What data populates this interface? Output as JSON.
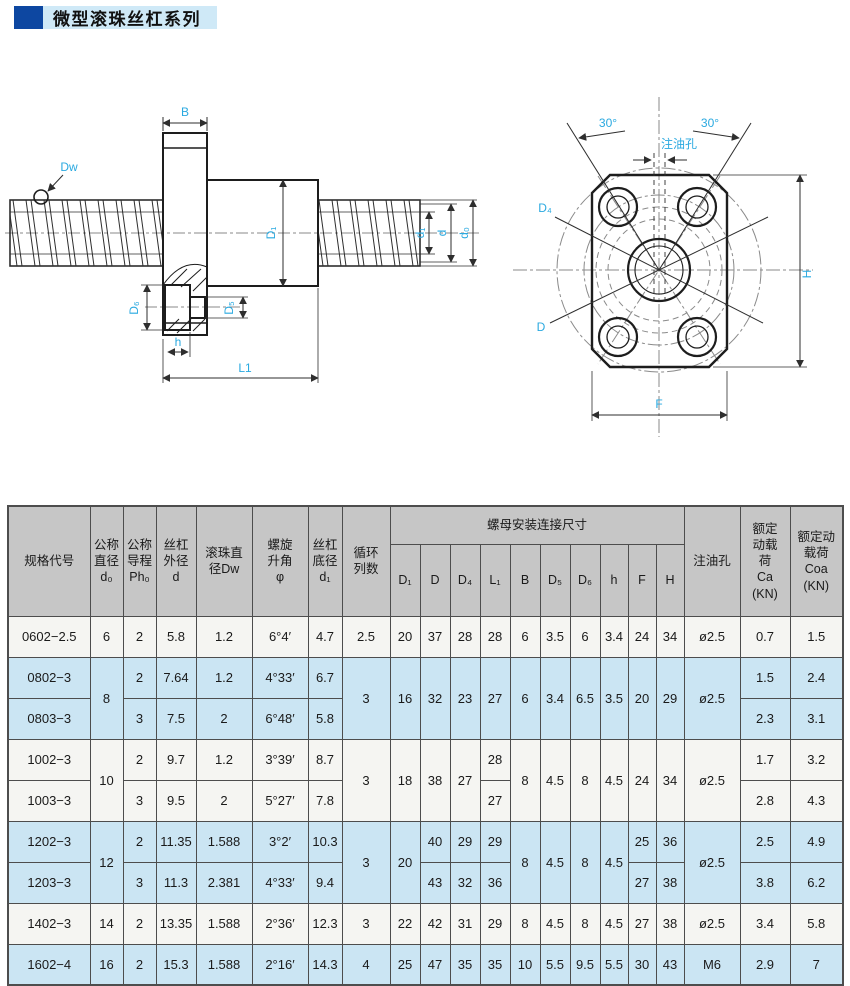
{
  "title": "微型滚珠丝杠系列",
  "colors": {
    "accent_dark_blue": "#0d47a1",
    "accent_light_blue": "#cfe9f7",
    "label_cyan": "#2aa9e0",
    "header_gray": "#c6c6c6",
    "row_blue": "#cbe5f3",
    "row_white": "#f5f5f2"
  },
  "diagram_left": {
    "labels": {
      "b": "B",
      "dw": "Dw",
      "d1_nut": "D₁",
      "d1": "d₁",
      "d": "d",
      "d0": "d₀",
      "d6": "D₆",
      "d5": "D₅",
      "h": "h",
      "l1": "L1"
    }
  },
  "diagram_right": {
    "labels": {
      "angle_left": "30°",
      "angle_right": "30°",
      "oil_hole": "注油孔",
      "d4": "D₄",
      "d": "D",
      "h": "H",
      "f": "F"
    }
  },
  "table": {
    "group_header": "螺母安装连接尺寸",
    "header_row1": [
      {
        "t": "规格代号",
        "rs": 2
      },
      {
        "t": "公称\n直径\nd₀",
        "rs": 2
      },
      {
        "t": "公称\n导程\nPh₀",
        "rs": 2
      },
      {
        "t": "丝杠\n外径\nd",
        "rs": 2
      },
      {
        "t": "滚珠直\n径Dw",
        "rs": 2
      },
      {
        "t": "螺旋\n升角\nφ",
        "rs": 2
      },
      {
        "t": "丝杠\n底径\nd₁",
        "rs": 2
      },
      {
        "t": "循环\n列数",
        "rs": 2
      },
      {
        "t": "螺母安装连接尺寸",
        "cs": 10
      },
      {
        "t": "注油孔",
        "rs": 2
      },
      {
        "t": "额定\n动载\n荷\nCa\n(KN)",
        "rs": 2
      },
      {
        "t": "额定动\n载荷\nCoa\n(KN)",
        "rs": 2
      }
    ],
    "header_row2": [
      "D₁",
      "D",
      "D₄",
      "L₁",
      "B",
      "D₅",
      "D₆",
      "h",
      "F",
      "H"
    ],
    "rows": [
      {
        "shade": false,
        "cells": [
          {
            "t": "0602−2.5"
          },
          {
            "t": "6"
          },
          {
            "t": "2"
          },
          {
            "t": "5.8"
          },
          {
            "t": "1.2"
          },
          {
            "t": "6°4′"
          },
          {
            "t": "4.7"
          },
          {
            "t": "2.5"
          },
          {
            "t": "20"
          },
          {
            "t": "37"
          },
          {
            "t": "28"
          },
          {
            "t": "28"
          },
          {
            "t": "6"
          },
          {
            "t": "3.5"
          },
          {
            "t": "6"
          },
          {
            "t": "3.4"
          },
          {
            "t": "24"
          },
          {
            "t": "34"
          },
          {
            "t": "ø2.5"
          },
          {
            "t": "0.7"
          },
          {
            "t": "1.5"
          }
        ]
      },
      {
        "shade": true,
        "cells": [
          {
            "t": "0802−3"
          },
          {
            "t": "8",
            "rs": 2
          },
          {
            "t": "2"
          },
          {
            "t": "7.64"
          },
          {
            "t": "1.2"
          },
          {
            "t": "4°33′"
          },
          {
            "t": "6.7"
          },
          {
            "t": "3",
            "rs": 2
          },
          {
            "t": "16",
            "rs": 2
          },
          {
            "t": "32",
            "rs": 2
          },
          {
            "t": "23",
            "rs": 2
          },
          {
            "t": "27",
            "rs": 2
          },
          {
            "t": "6",
            "rs": 2
          },
          {
            "t": "3.4",
            "rs": 2
          },
          {
            "t": "6.5",
            "rs": 2
          },
          {
            "t": "3.5",
            "rs": 2
          },
          {
            "t": "20",
            "rs": 2
          },
          {
            "t": "29",
            "rs": 2
          },
          {
            "t": "ø2.5",
            "rs": 2
          },
          {
            "t": "1.5"
          },
          {
            "t": "2.4"
          }
        ]
      },
      {
        "shade": true,
        "cells": [
          {
            "t": "0803−3"
          },
          {
            "t": "3"
          },
          {
            "t": "7.5"
          },
          {
            "t": "2"
          },
          {
            "t": "6°48′"
          },
          {
            "t": "5.8"
          },
          {
            "t": "2.3"
          },
          {
            "t": "3.1"
          }
        ]
      },
      {
        "shade": false,
        "cells": [
          {
            "t": "1002−3"
          },
          {
            "t": "10",
            "rs": 2
          },
          {
            "t": "2"
          },
          {
            "t": "9.7"
          },
          {
            "t": "1.2"
          },
          {
            "t": "3°39′"
          },
          {
            "t": "8.7"
          },
          {
            "t": "3",
            "rs": 2
          },
          {
            "t": "18",
            "rs": 2
          },
          {
            "t": "38",
            "rs": 2
          },
          {
            "t": "27",
            "rs": 2
          },
          {
            "t": "28"
          },
          {
            "t": "8",
            "rs": 2
          },
          {
            "t": "4.5",
            "rs": 2
          },
          {
            "t": "8",
            "rs": 2
          },
          {
            "t": "4.5",
            "rs": 2
          },
          {
            "t": "24",
            "rs": 2
          },
          {
            "t": "34",
            "rs": 2
          },
          {
            "t": "ø2.5",
            "rs": 2
          },
          {
            "t": "1.7"
          },
          {
            "t": "3.2"
          }
        ]
      },
      {
        "shade": false,
        "cells": [
          {
            "t": "1003−3"
          },
          {
            "t": "3"
          },
          {
            "t": "9.5"
          },
          {
            "t": "2"
          },
          {
            "t": "5°27′"
          },
          {
            "t": "7.8"
          },
          {
            "t": "27"
          },
          {
            "t": "2.8"
          },
          {
            "t": "4.3"
          }
        ]
      },
      {
        "shade": true,
        "cells": [
          {
            "t": "1202−3"
          },
          {
            "t": "12",
            "rs": 2
          },
          {
            "t": "2"
          },
          {
            "t": "11.35"
          },
          {
            "t": "1.588"
          },
          {
            "t": "3°2′"
          },
          {
            "t": "10.3"
          },
          {
            "t": "3",
            "rs": 2
          },
          {
            "t": "20",
            "rs": 2
          },
          {
            "t": "40"
          },
          {
            "t": "29"
          },
          {
            "t": "29"
          },
          {
            "t": "8",
            "rs": 2
          },
          {
            "t": "4.5",
            "rs": 2
          },
          {
            "t": "8",
            "rs": 2
          },
          {
            "t": "4.5",
            "rs": 2
          },
          {
            "t": "25"
          },
          {
            "t": "36"
          },
          {
            "t": "ø2.5",
            "rs": 2
          },
          {
            "t": "2.5"
          },
          {
            "t": "4.9"
          }
        ]
      },
      {
        "shade": true,
        "cells": [
          {
            "t": "1203−3"
          },
          {
            "t": "3"
          },
          {
            "t": "11.3"
          },
          {
            "t": "2.381"
          },
          {
            "t": "4°33′"
          },
          {
            "t": "9.4"
          },
          {
            "t": "43"
          },
          {
            "t": "32"
          },
          {
            "t": "36"
          },
          {
            "t": "27"
          },
          {
            "t": "38"
          },
          {
            "t": "3.8"
          },
          {
            "t": "6.2"
          }
        ]
      },
      {
        "shade": false,
        "cells": [
          {
            "t": "1402−3"
          },
          {
            "t": "14"
          },
          {
            "t": "2"
          },
          {
            "t": "13.35"
          },
          {
            "t": "1.588"
          },
          {
            "t": "2°36′"
          },
          {
            "t": "12.3"
          },
          {
            "t": "3"
          },
          {
            "t": "22"
          },
          {
            "t": "42"
          },
          {
            "t": "31"
          },
          {
            "t": "29"
          },
          {
            "t": "8"
          },
          {
            "t": "4.5"
          },
          {
            "t": "8"
          },
          {
            "t": "4.5"
          },
          {
            "t": "27"
          },
          {
            "t": "38"
          },
          {
            "t": "ø2.5"
          },
          {
            "t": "3.4"
          },
          {
            "t": "5.8"
          }
        ]
      },
      {
        "shade": true,
        "cells": [
          {
            "t": "1602−4"
          },
          {
            "t": "16"
          },
          {
            "t": "2"
          },
          {
            "t": "15.3"
          },
          {
            "t": "1.588"
          },
          {
            "t": "2°16′"
          },
          {
            "t": "14.3"
          },
          {
            "t": "4"
          },
          {
            "t": "25"
          },
          {
            "t": "47"
          },
          {
            "t": "35"
          },
          {
            "t": "35"
          },
          {
            "t": "10"
          },
          {
            "t": "5.5"
          },
          {
            "t": "9.5"
          },
          {
            "t": "5.5"
          },
          {
            "t": "30"
          },
          {
            "t": "43"
          },
          {
            "t": "M6"
          },
          {
            "t": "2.9"
          },
          {
            "t": "7"
          }
        ]
      }
    ]
  }
}
